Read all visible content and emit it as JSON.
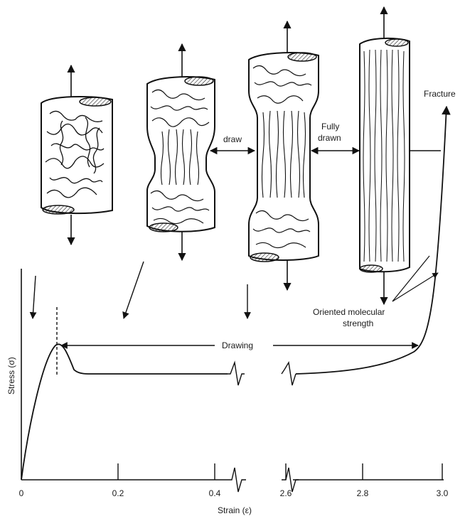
{
  "labels": {
    "draw": "draw",
    "fully_drawn_1": "Fully",
    "fully_drawn_2": "drawn",
    "fracture": "Fracture",
    "oriented_1": "Oriented molecular",
    "oriented_2": "strength",
    "drawing": "Drawing",
    "y_axis": "Stress (σ)",
    "x_axis": "Strain (ε)"
  },
  "chart_data": {
    "type": "line",
    "xlabel": "Strain (ε)",
    "ylabel": "Stress (σ)",
    "axis_break": [
      0.45,
      2.6
    ],
    "x_ticks": [
      "0",
      "0.2",
      "0.4",
      "2.6",
      "2.8",
      "3.0"
    ],
    "series": [
      {
        "x": [
          0,
          0.02,
          0.04,
          0.06,
          0.07,
          0.08,
          0.09,
          0.1,
          0.2,
          0.3,
          0.42,
          2.62,
          2.7,
          2.8,
          2.9,
          2.95,
          2.98,
          3.0
        ],
        "y": [
          0,
          0.45,
          0.75,
          0.92,
          0.96,
          0.93,
          0.85,
          0.8,
          0.8,
          0.8,
          0.8,
          0.8,
          0.81,
          0.83,
          0.88,
          0.96,
          1.1,
          1.65
        ]
      }
    ],
    "annotations": [
      "Drawing",
      "Oriented molecular strength",
      "Fracture"
    ]
  }
}
